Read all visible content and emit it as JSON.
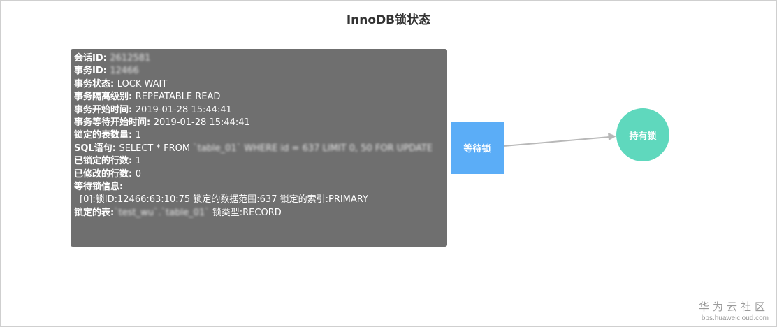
{
  "chart": {
    "title": "InnoDB锁状态"
  },
  "tooltip": {
    "rows": [
      {
        "label": "会话ID: ",
        "value": "2612581",
        "blurred": true
      },
      {
        "label": "事务ID: ",
        "value": "12466",
        "blurred": true
      },
      {
        "label": "事务状态: ",
        "value": "LOCK WAIT"
      },
      {
        "label": "事务隔离级别: ",
        "value": "REPEATABLE READ"
      },
      {
        "label": "事务开始时间: ",
        "value": "2019-01-28 15:44:41"
      },
      {
        "label": "事务等待开始时间: ",
        "value": "2019-01-28 15:44:41"
      },
      {
        "label": "锁定的表数量: ",
        "value": "1"
      },
      {
        "label": "SQL语句: ",
        "value": "SELECT * FROM ",
        "extra": "`table_01` WHERE id = 637 LIMIT 0, 50 FOR UPDATE",
        "extra_blurred": true
      },
      {
        "label": "已锁定的行数: ",
        "value": "1"
      },
      {
        "label": "已修改的行数: ",
        "value": "0"
      },
      {
        "label": "等待锁信息:",
        "value": ""
      },
      {
        "label": "",
        "value": "[0]:锁ID:12466:63:10:75 锁定的数据范围:637 锁定的索引:PRIMARY",
        "indent": true
      },
      {
        "label": "锁定的表:",
        "value": "`test_wu`.`table_01`",
        "blurred": true,
        "suffix": " 锁类型:RECORD"
      }
    ]
  },
  "nodes": {
    "waiting": {
      "label": "等待锁",
      "color": "#5badf7"
    },
    "holding": {
      "label": "持有锁",
      "color": "#5fd8bd"
    }
  },
  "edge": {
    "color": "#b8b8b8"
  },
  "watermark": {
    "cn": "华为云社区",
    "en": "bbs.huaweicloud.com"
  }
}
